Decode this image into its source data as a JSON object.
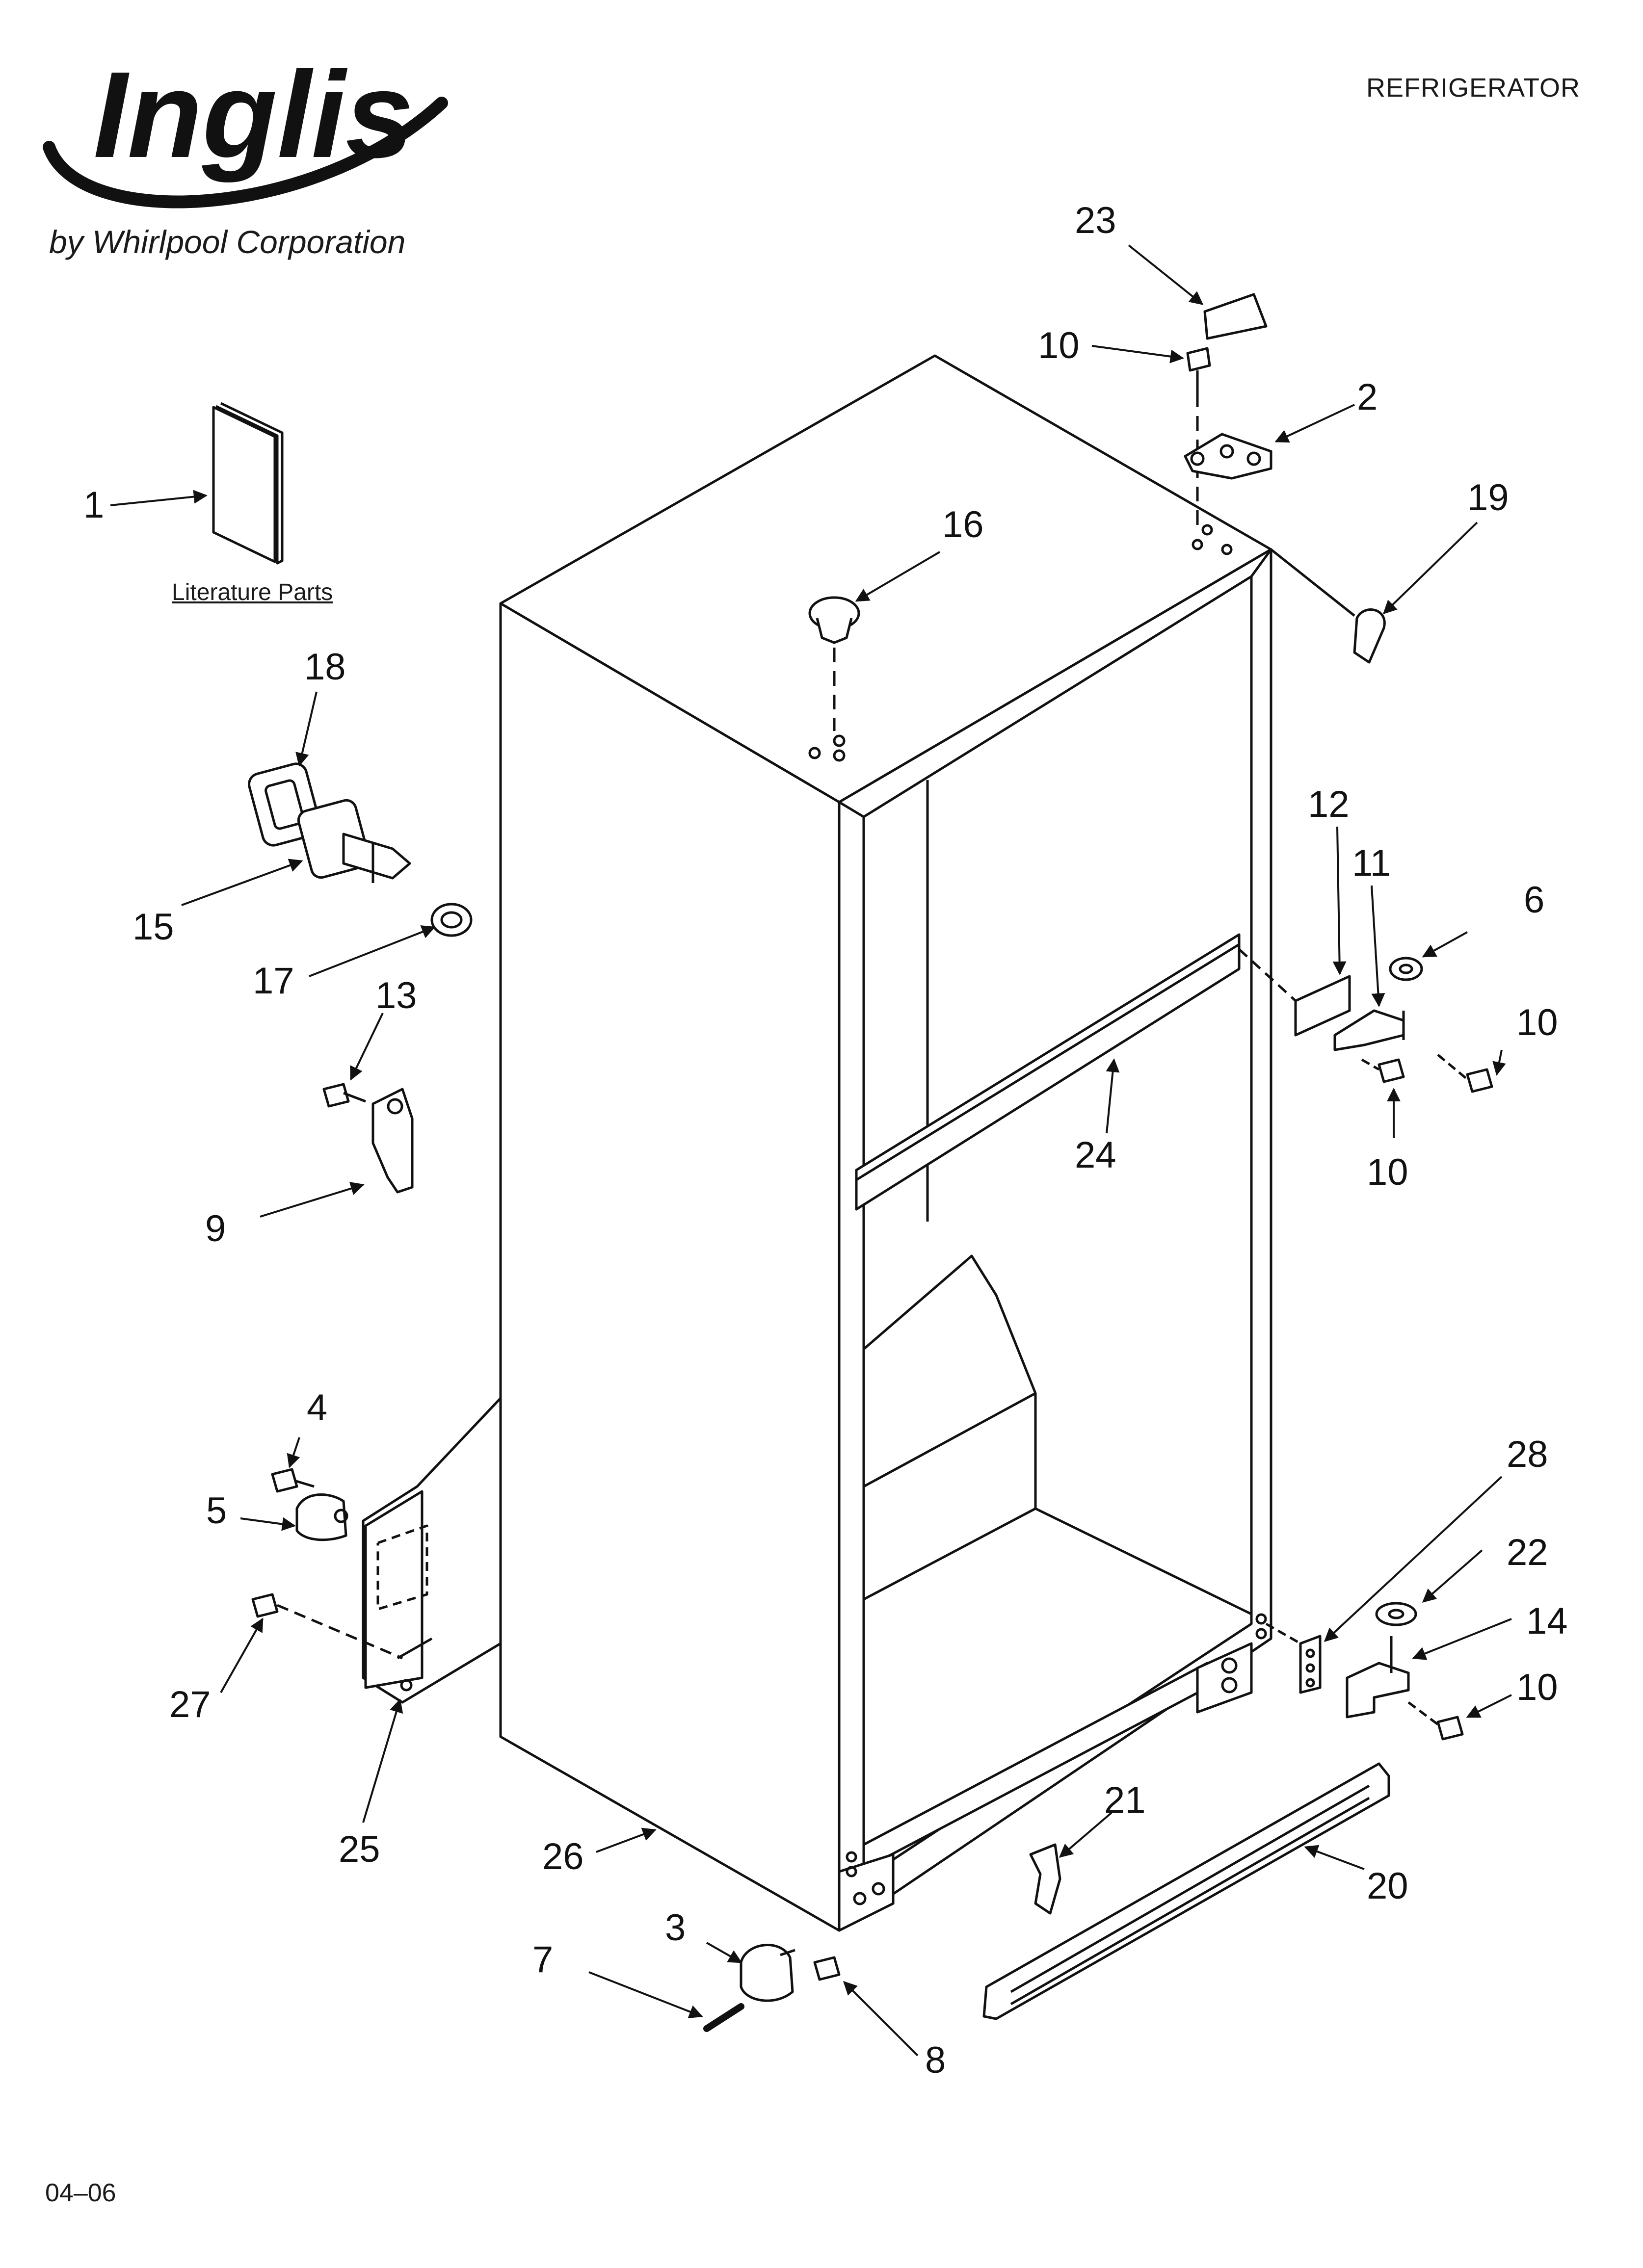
{
  "header": {
    "brand": "Inglis",
    "byline": "by Whirlpool Corporation",
    "title": "REFRIGERATOR"
  },
  "literature_label": "Literature Parts",
  "footer": {
    "date": "04–06"
  },
  "callouts": [
    {
      "id": "c1",
      "label": "1"
    },
    {
      "id": "c2",
      "label": "2"
    },
    {
      "id": "c3",
      "label": "3"
    },
    {
      "id": "c4",
      "label": "4"
    },
    {
      "id": "c5",
      "label": "5"
    },
    {
      "id": "c6",
      "label": "6"
    },
    {
      "id": "c7",
      "label": "7"
    },
    {
      "id": "c8",
      "label": "8"
    },
    {
      "id": "c9",
      "label": "9"
    },
    {
      "id": "c10a",
      "label": "10"
    },
    {
      "id": "c10b",
      "label": "10"
    },
    {
      "id": "c10c",
      "label": "10"
    },
    {
      "id": "c10d",
      "label": "10"
    },
    {
      "id": "c11",
      "label": "11"
    },
    {
      "id": "c12",
      "label": "12"
    },
    {
      "id": "c13",
      "label": "13"
    },
    {
      "id": "c14",
      "label": "14"
    },
    {
      "id": "c15",
      "label": "15"
    },
    {
      "id": "c16",
      "label": "16"
    },
    {
      "id": "c17",
      "label": "17"
    },
    {
      "id": "c18",
      "label": "18"
    },
    {
      "id": "c19",
      "label": "19"
    },
    {
      "id": "c20",
      "label": "20"
    },
    {
      "id": "c21",
      "label": "21"
    },
    {
      "id": "c22",
      "label": "22"
    },
    {
      "id": "c23",
      "label": "23"
    },
    {
      "id": "c24",
      "label": "24"
    },
    {
      "id": "c25",
      "label": "25"
    },
    {
      "id": "c26",
      "label": "26"
    },
    {
      "id": "c27",
      "label": "27"
    },
    {
      "id": "c28",
      "label": "28"
    }
  ]
}
